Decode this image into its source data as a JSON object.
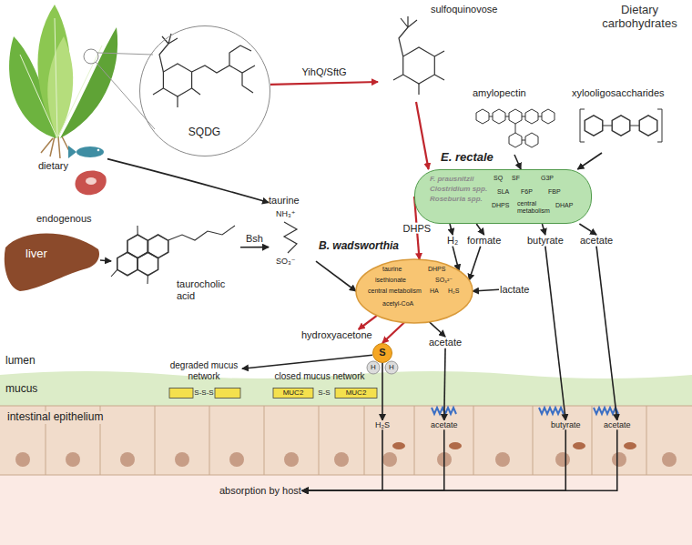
{
  "diagram": {
    "nodes": [
      {
        "text": [
          "SQDG"
        ]
      },
      {
        "text": [
          "sulfoquinovose"
        ]
      },
      {
        "text": [
          "amylopectin"
        ]
      },
      {
        "text": [
          "xylooligosaccharides"
        ]
      },
      {
        "text": [
          "E. rectale"
        ]
      },
      {
        "text": [
          "dietary"
        ]
      },
      {
        "text": [
          "liver"
        ]
      },
      {
        "text": [
          "taurocholic acid"
        ]
      },
      {
        "text": [
          "taurine"
        ]
      },
      {
        "text": [
          "B. wadsworthia"
        ]
      },
      {
        "text": [
          "H₂"
        ]
      },
      {
        "text": [
          "formate"
        ]
      },
      {
        "text": [
          "butyrate"
        ]
      },
      {
        "text": [
          "acetate"
        ]
      },
      {
        "text": [
          "lactate"
        ]
      },
      {
        "text": [
          "hydroxyacetone"
        ]
      },
      {
        "text": [
          "S"
        ]
      },
      {
        "text": [
          "acetate"
        ]
      },
      {
        "text": [
          "degraded mucus network"
        ]
      },
      {
        "text": [
          "closed mucus network"
        ]
      },
      {
        "text": [
          "H₂S"
        ]
      },
      {
        "text": [
          "acetate"
        ]
      },
      {
        "text": [
          "butyrate"
        ]
      },
      {
        "text": [
          "acetate"
        ]
      },
      {
        "text": [
          "absorption by host"
        ]
      }
    ],
    "edges": [
      {
        "from": 0,
        "to": 1,
        "arrow": "to",
        "label": "YihQ/SftG"
      },
      {
        "from": 1,
        "to": 4,
        "arrow": "to"
      },
      {
        "from": 2,
        "to": 4,
        "arrow": "to"
      },
      {
        "from": 3,
        "to": 4,
        "arrow": "to"
      },
      {
        "from": 5,
        "to": 8,
        "arrow": "to"
      },
      {
        "from": 6,
        "to": 7,
        "arrow": "to"
      },
      {
        "from": 7,
        "to": 8,
        "arrow": "to",
        "label": "Bsh"
      },
      {
        "from": 8,
        "to": 9,
        "arrow": "to"
      },
      {
        "from": 4,
        "to": 9,
        "arrow": "to",
        "label": "DHPS"
      },
      {
        "from": 4,
        "to": 10,
        "arrow": "to"
      },
      {
        "from": 4,
        "to": 11,
        "arrow": "to"
      },
      {
        "from": 4,
        "to": 12,
        "arrow": "to"
      },
      {
        "from": 4,
        "to": 13,
        "arrow": "to"
      },
      {
        "from": 10,
        "to": 9,
        "arrow": "to"
      },
      {
        "from": 11,
        "to": 9,
        "arrow": "to"
      },
      {
        "from": 14,
        "to": 9,
        "arrow": "to"
      },
      {
        "from": 9,
        "to": 15,
        "arrow": "to"
      },
      {
        "from": 9,
        "to": 16,
        "arrow": "to"
      },
      {
        "from": 9,
        "to": 17,
        "arrow": "to"
      },
      {
        "from": 16,
        "to": 18,
        "arrow": "to"
      },
      {
        "from": 16,
        "to": 20,
        "arrow": "to"
      },
      {
        "from": 17,
        "to": 21,
        "arrow": "to"
      },
      {
        "from": 12,
        "to": 22,
        "arrow": "to"
      },
      {
        "from": 13,
        "to": 23,
        "arrow": "to"
      },
      {
        "from": 20,
        "to": 24,
        "arrow": "to"
      },
      {
        "from": 21,
        "to": 24,
        "arrow": "to"
      },
      {
        "from": 22,
        "to": 24,
        "arrow": "to"
      },
      {
        "from": 23,
        "to": 24,
        "arrow": "to"
      }
    ],
    "labels": [
      "Dietary carbohydrates",
      "F. prausnitzii",
      "Clostridium spp.",
      "Roseburia spp.",
      "SQ",
      "SF",
      "G3P",
      "SLA",
      "F6P",
      "FBP",
      "DHPS",
      "DHAP",
      "central metabolism",
      "endogenous",
      "NH₃⁺",
      "SO₃⁻",
      "taurine",
      "isethionate",
      "central metabolism",
      "DHPS",
      "acetyl-CoA",
      "SO₃²⁻",
      "H₂S",
      "HA",
      "H",
      "H",
      "lumen",
      "mucus",
      "intestinal epithelium",
      "S-S-S",
      "MUC2",
      "S-S",
      "MUC2"
    ]
  }
}
